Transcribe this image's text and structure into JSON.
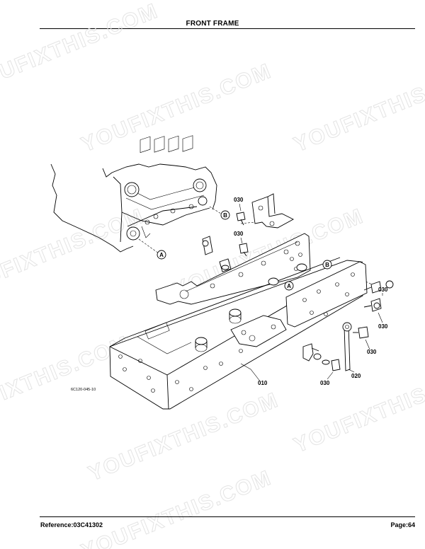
{
  "header": {
    "title": "FRONT FRAME"
  },
  "footer": {
    "reference": "Reference:03C41302",
    "page": "Page:64"
  },
  "diagram": {
    "figure_code": "6C120-045-10",
    "callouts": {
      "c1": "030",
      "c2": "030",
      "c3": "030",
      "c4": "030",
      "c5": "030",
      "c6": "030",
      "c7": "010",
      "c8": "020"
    },
    "reference_markers": {
      "a1": "A",
      "a2": "A",
      "b1": "B",
      "b2": "B"
    }
  },
  "watermark": {
    "w1": "YOUFIXTHIS.COM",
    "w2": "YOUFIXTHIS.COM",
    "w3": "YOUFIXTHIS.COM",
    "w4": "YOUFIXTHIS.COM",
    "w5": "YOUFIXTHIS.COM",
    "w6": "YOUFIXTHIS.COM",
    "w7": "YOUFIXTHIS.COM",
    "w8": "YOUFIXTHIS.COM",
    "w9": "YOUFIXTHIS.COM"
  }
}
